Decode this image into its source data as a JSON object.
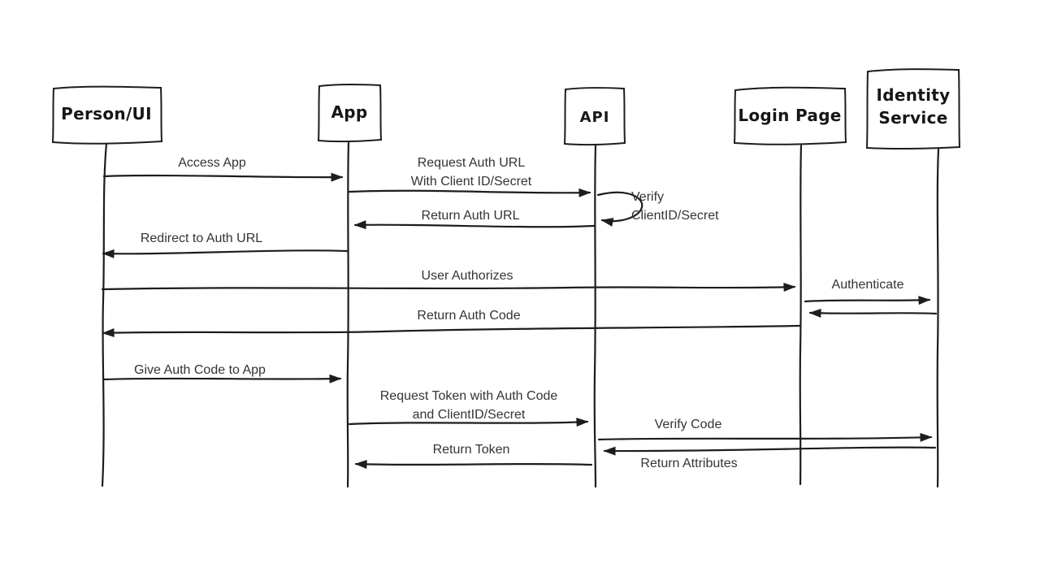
{
  "diagram": {
    "kind": "hand-drawn sequence diagram",
    "colors": {
      "ink": "#1d1d1d",
      "message_text": "#343434",
      "actor_text": "#161616",
      "background": "#ffffff"
    }
  },
  "actors": [
    {
      "id": "person-ui",
      "name": "Person/UI",
      "lines": [
        "Person/UI"
      ]
    },
    {
      "id": "app",
      "name": "App",
      "lines": [
        "App"
      ]
    },
    {
      "id": "api",
      "name": "API",
      "lines": [
        "API"
      ]
    },
    {
      "id": "login-page",
      "name": "Login Page",
      "lines": [
        "Login Page"
      ]
    },
    {
      "id": "identity-service",
      "name": "Identity Service",
      "lines": [
        "Identity",
        "Service"
      ]
    }
  ],
  "messages": [
    {
      "from": "Person/UI",
      "to": "App",
      "lines": [
        "Access App"
      ]
    },
    {
      "from": "App",
      "to": "API",
      "lines": [
        "Request Auth URL",
        "With Client ID/Secret"
      ]
    },
    {
      "from": "API",
      "to": "API",
      "self_message": true,
      "lines": [
        "Verify",
        "ClientID/Secret"
      ]
    },
    {
      "from": "API",
      "to": "App",
      "lines": [
        "Return Auth URL"
      ]
    },
    {
      "from": "App",
      "to": "Person/UI",
      "lines": [
        "Redirect to Auth URL"
      ]
    },
    {
      "from": "Person/UI",
      "to": "Login Page",
      "lines": [
        "User Authorizes"
      ]
    },
    {
      "from": "Login Page",
      "to": "Identity Service",
      "lines": [
        "Authenticate"
      ]
    },
    {
      "from": "Identity Service",
      "to": "Login Page",
      "lines": []
    },
    {
      "from": "Login Page",
      "to": "Person/UI",
      "lines": [
        "Return Auth Code"
      ]
    },
    {
      "from": "Person/UI",
      "to": "App",
      "lines": [
        "Give Auth Code to App"
      ]
    },
    {
      "from": "App",
      "to": "API",
      "lines": [
        "Request Token with Auth Code",
        "and ClientID/Secret"
      ]
    },
    {
      "from": "API",
      "to": "Identity Service",
      "lines": [
        "Verify Code"
      ]
    },
    {
      "from": "Identity Service",
      "to": "API",
      "lines": [
        "Return Attributes"
      ]
    },
    {
      "from": "API",
      "to": "App",
      "lines": [
        "Return Token"
      ]
    }
  ]
}
